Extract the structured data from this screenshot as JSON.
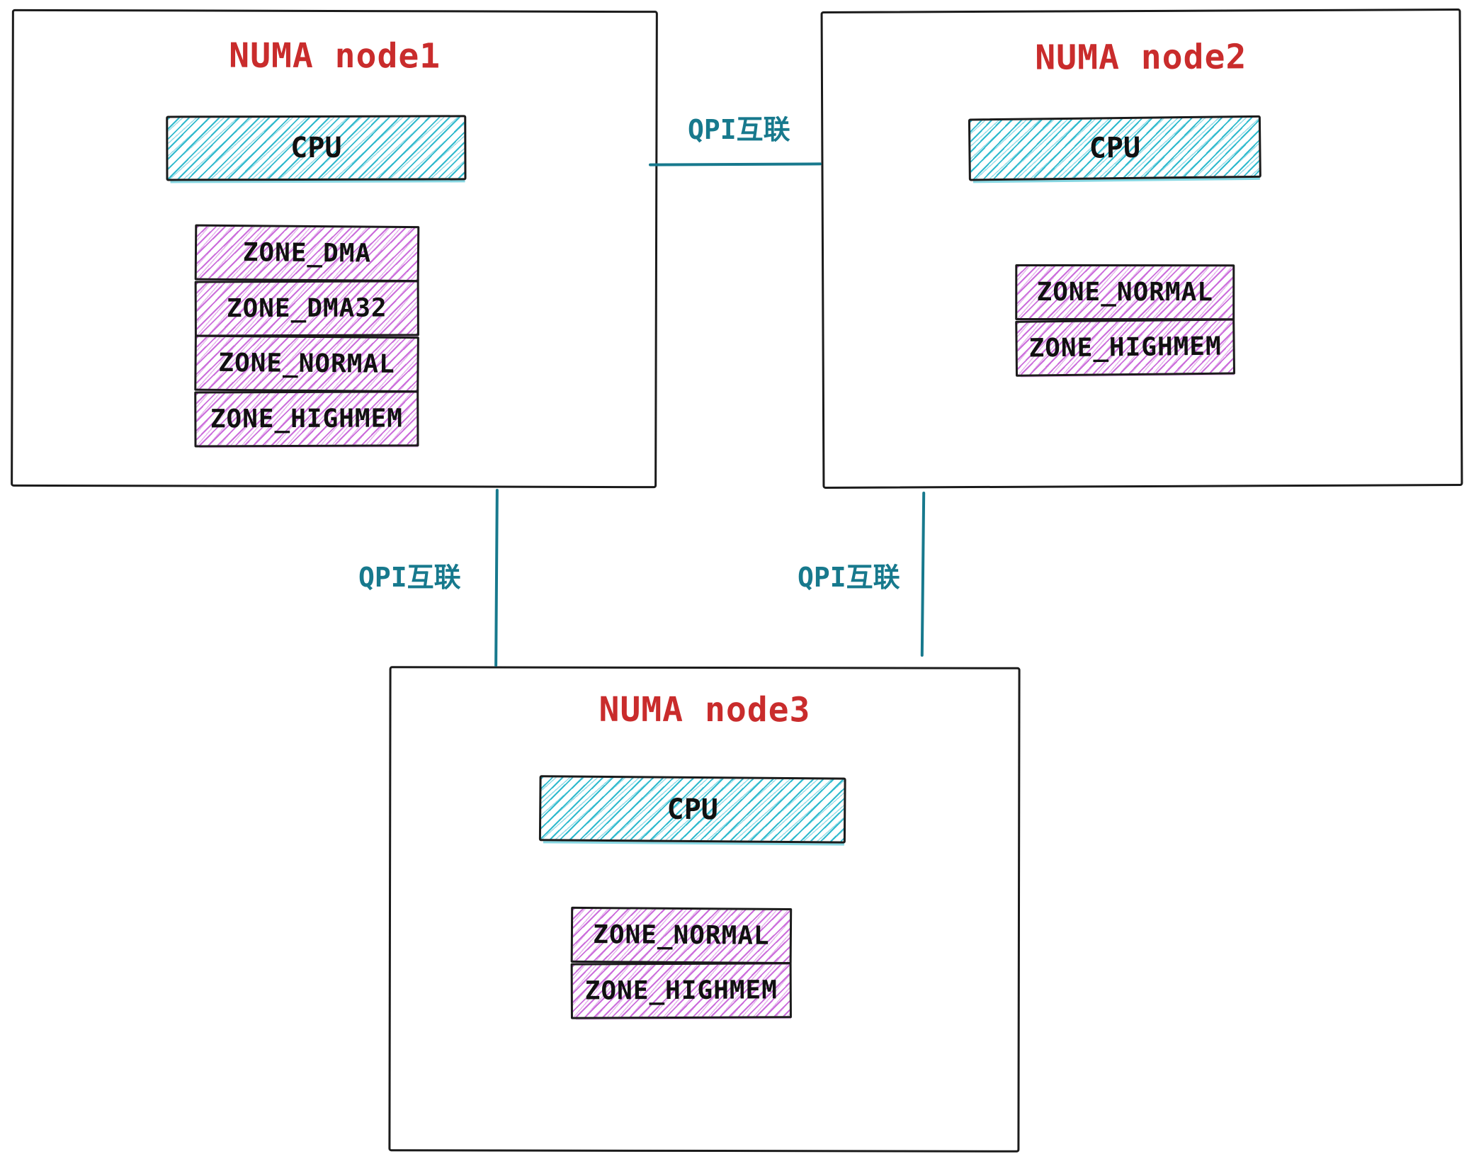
{
  "diagram": {
    "type": "hand-drawn architecture diagram",
    "colors": {
      "node_border": "#1b1b1b",
      "node_title": "#c92c2c",
      "cpu_hatch": "#25b6cb",
      "zone_hatch": "#c75fd8",
      "link": "#17798d",
      "box_label_text": "#111111",
      "background": "#ffffff"
    },
    "nodes": [
      {
        "title": "NUMA node1",
        "cpu_label": "CPU",
        "zones": [
          "ZONE_DMA",
          "ZONE_DMA32",
          "ZONE_NORMAL",
          "ZONE_HIGHMEM"
        ]
      },
      {
        "title": "NUMA node2",
        "cpu_label": "CPU",
        "zones": [
          "ZONE_NORMAL",
          "ZONE_HIGHMEM"
        ]
      },
      {
        "title": "NUMA node3",
        "cpu_label": "CPU",
        "zones": [
          "ZONE_NORMAL",
          "ZONE_HIGHMEM"
        ]
      }
    ],
    "links": [
      {
        "label": "QPI互联",
        "from": "NUMA node1",
        "to": "NUMA node2",
        "orientation": "horizontal"
      },
      {
        "label": "QPI互联",
        "from": "NUMA node1",
        "to": "NUMA node3",
        "orientation": "vertical"
      },
      {
        "label": "QPI互联",
        "from": "NUMA node2",
        "to": "NUMA node3",
        "orientation": "vertical"
      }
    ]
  }
}
